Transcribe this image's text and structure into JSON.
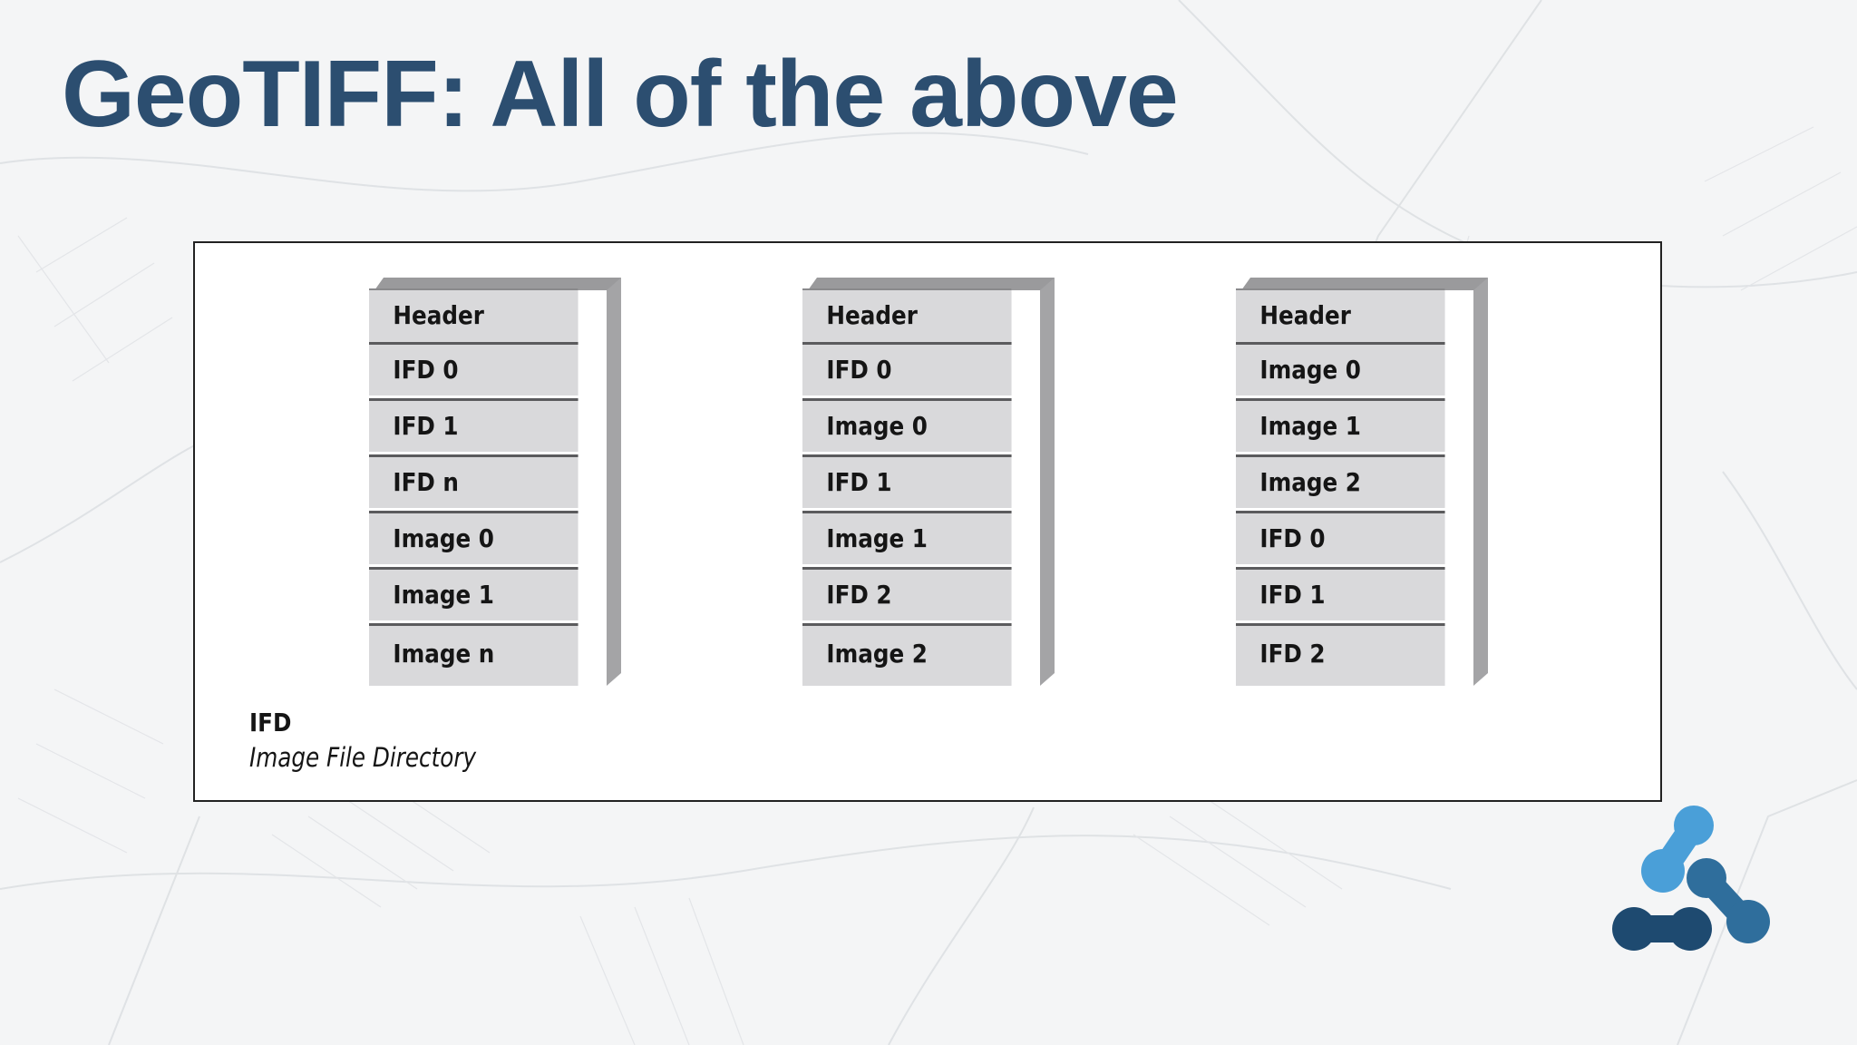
{
  "slide": {
    "title": "GeoTIFF: All of the above"
  },
  "diagram": {
    "stacks": [
      {
        "cells": [
          "Header",
          "IFD 0",
          "IFD 1",
          "IFD n",
          "Image 0",
          "Image 1",
          "Image n"
        ]
      },
      {
        "cells": [
          "Header",
          "IFD 0",
          "Image 0",
          "IFD 1",
          "Image 1",
          "IFD 2",
          "Image 2"
        ]
      },
      {
        "cells": [
          "Header",
          "Image 0",
          "Image 1",
          "Image 2",
          "IFD 0",
          "IFD 1",
          "IFD 2"
        ]
      }
    ],
    "legend": {
      "term": "IFD",
      "definition": "Image File Directory"
    }
  },
  "colors": {
    "title": "#2c4e70",
    "cell_fill": "#d9d9db",
    "cell_divider": "#5b5b5d",
    "logo_light": "#4a9fd8",
    "logo_mid": "#2f6e9c",
    "logo_dark": "#1e4a70"
  },
  "icons": {
    "logo": "network-nodes-logo"
  }
}
